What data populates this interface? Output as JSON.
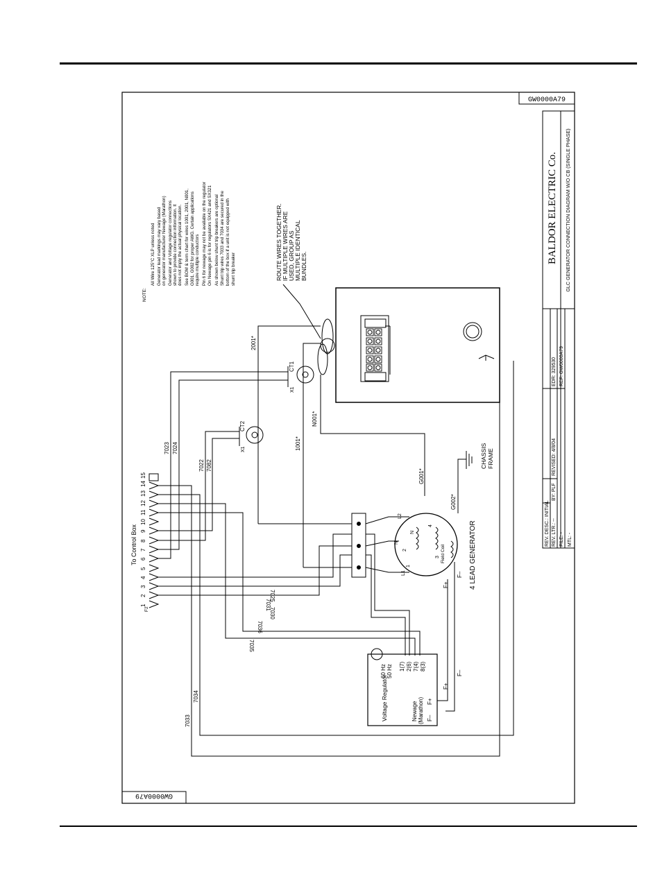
{
  "sheet": {
    "drawing_number": "GW0000A79",
    "drawing_number_rotated": "GW0000A79"
  },
  "title_block": {
    "company": "BALDOR  ELECTRIC  Co.",
    "title": "GLC GENERATOR CONNECTION DIAGRAM W/O CB (SINGLE PHASE)",
    "rev_desc": "REV. DESC.: INITIAL",
    "rev_ltr": "REV. LTR.: --",
    "by": "BY:  PLF",
    "revised": "REVISED: 4/8/04",
    "edr": "EDR: 329530",
    "ref": "REF: GW0000A79",
    "file": "FILE: -",
    "mtl": "MTL: -"
  },
  "notes": {
    "heading": "NOTE:",
    "lines": [
      "All Wire 125°C XLP unless noted",
      "Generator lead markings may vary based",
      "on generator manufacturer Newage (Marathon)",
      "Generator and Voltage regulator connections",
      "shown to provide connection information. It",
      "does not imply the actual physical location.",
      "See BOM & term chart for wires 1001, 2001, N001,",
      "G001, G002 for proper AWG. Certain applications",
      "require multiple conductors",
      "Pin 6 for newage may not be available on the regulator",
      "On Newage pin 6 is for regulators SX421 and SX321",
      "As shown below shunt trip breakers are optional",
      "Shunt trip wires 7033 and 7034 are secured in the",
      "bottom of the box if a unit is not equipped with",
      "shunt trip breaker"
    ]
  },
  "route_note": [
    "ROUTE WIRES TOGETHER.",
    "IF MULTIPLE WIRES ARE",
    "USED, GROUP AS",
    "MULTIPLE IDENTICAL",
    "BUNDLES."
  ],
  "control_box": {
    "label": "To Control Box",
    "strip": "F2",
    "pins": [
      "1",
      "2",
      "3",
      "4",
      "5",
      "6",
      "7",
      "8",
      "9",
      "10",
      "11",
      "12",
      "13",
      "14",
      "15"
    ]
  },
  "wires": {
    "w7023": "7023",
    "w7024": "7024",
    "w7022": "7022",
    "w7082": "7082",
    "w1001": "1001*",
    "w2001": "2001*",
    "wN001": "N001*",
    "wG001": "G001*",
    "wG002": "G002*",
    "w7025": "7025",
    "w7031": "7031",
    "w7030": "7030",
    "w7036": "7036",
    "w7035": "7035",
    "w7034": "7034",
    "w7033": "7033"
  },
  "ct": {
    "ct1": "CT1",
    "ct2": "CT2",
    "x1": "X1",
    "x1b": "X1"
  },
  "generator": {
    "label": "4 LEAD GENERATOR",
    "l1": "L1",
    "l2": "L2",
    "n": "N",
    "t1": "1",
    "t2": "2",
    "t3": "3",
    "t4": "4",
    "field_coil": "Field Coil",
    "fminus": "F–",
    "fplus": "F+"
  },
  "chassis": [
    "CHASSIS",
    "FRAME"
  ],
  "regulator": {
    "title": "Voltage Regulator",
    "hz60": "60 Hz",
    "hz50": "50 Hz",
    "newage": "Newage",
    "marathon": "(Marathon)",
    "pins": [
      "1(7)",
      "2(6)",
      "7(4)",
      "8(3)"
    ],
    "fminus": "F–",
    "fplus": "F+",
    "ext_fplus": "F+",
    "ext_fminus": "F–"
  }
}
